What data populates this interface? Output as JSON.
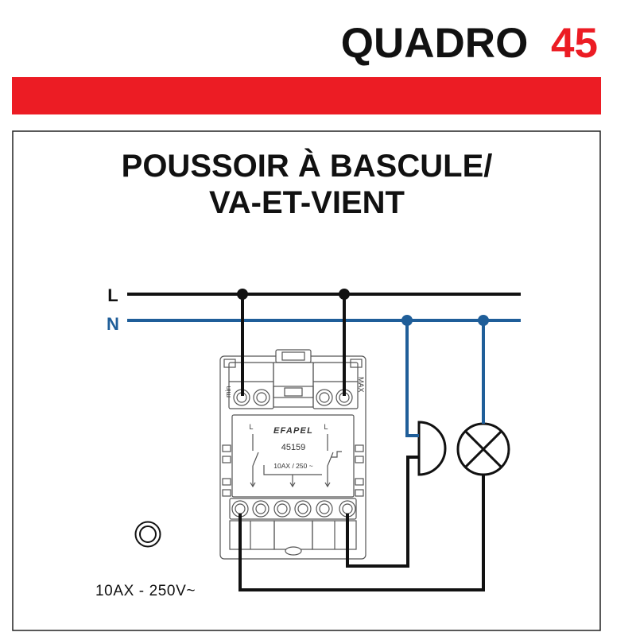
{
  "header": {
    "brand": "QUADRO",
    "model_number": "45"
  },
  "title": {
    "line1": "POUSSOIR À BASCULE/",
    "line2": "VA-ET-VIENT"
  },
  "lines": {
    "live_label": "L",
    "neutral_label": "N"
  },
  "device": {
    "brand": "EFAPEL",
    "reference": "45159",
    "rating": "10AX / 250 ~",
    "left_terminal_label": "L",
    "right_terminal_label": "L",
    "min_label": "min",
    "max_label": "MAX"
  },
  "rating_note": "10AX - 250V~",
  "colors": {
    "accent_red": "#EC1C24",
    "live_wire": "#111111",
    "neutral_wire": "#1F5E99",
    "device_outline": "#555555"
  },
  "icons": {
    "bell": "bell-symbol-icon",
    "lamp": "lamp-symbol-icon",
    "indicator": "double-circle-icon"
  }
}
